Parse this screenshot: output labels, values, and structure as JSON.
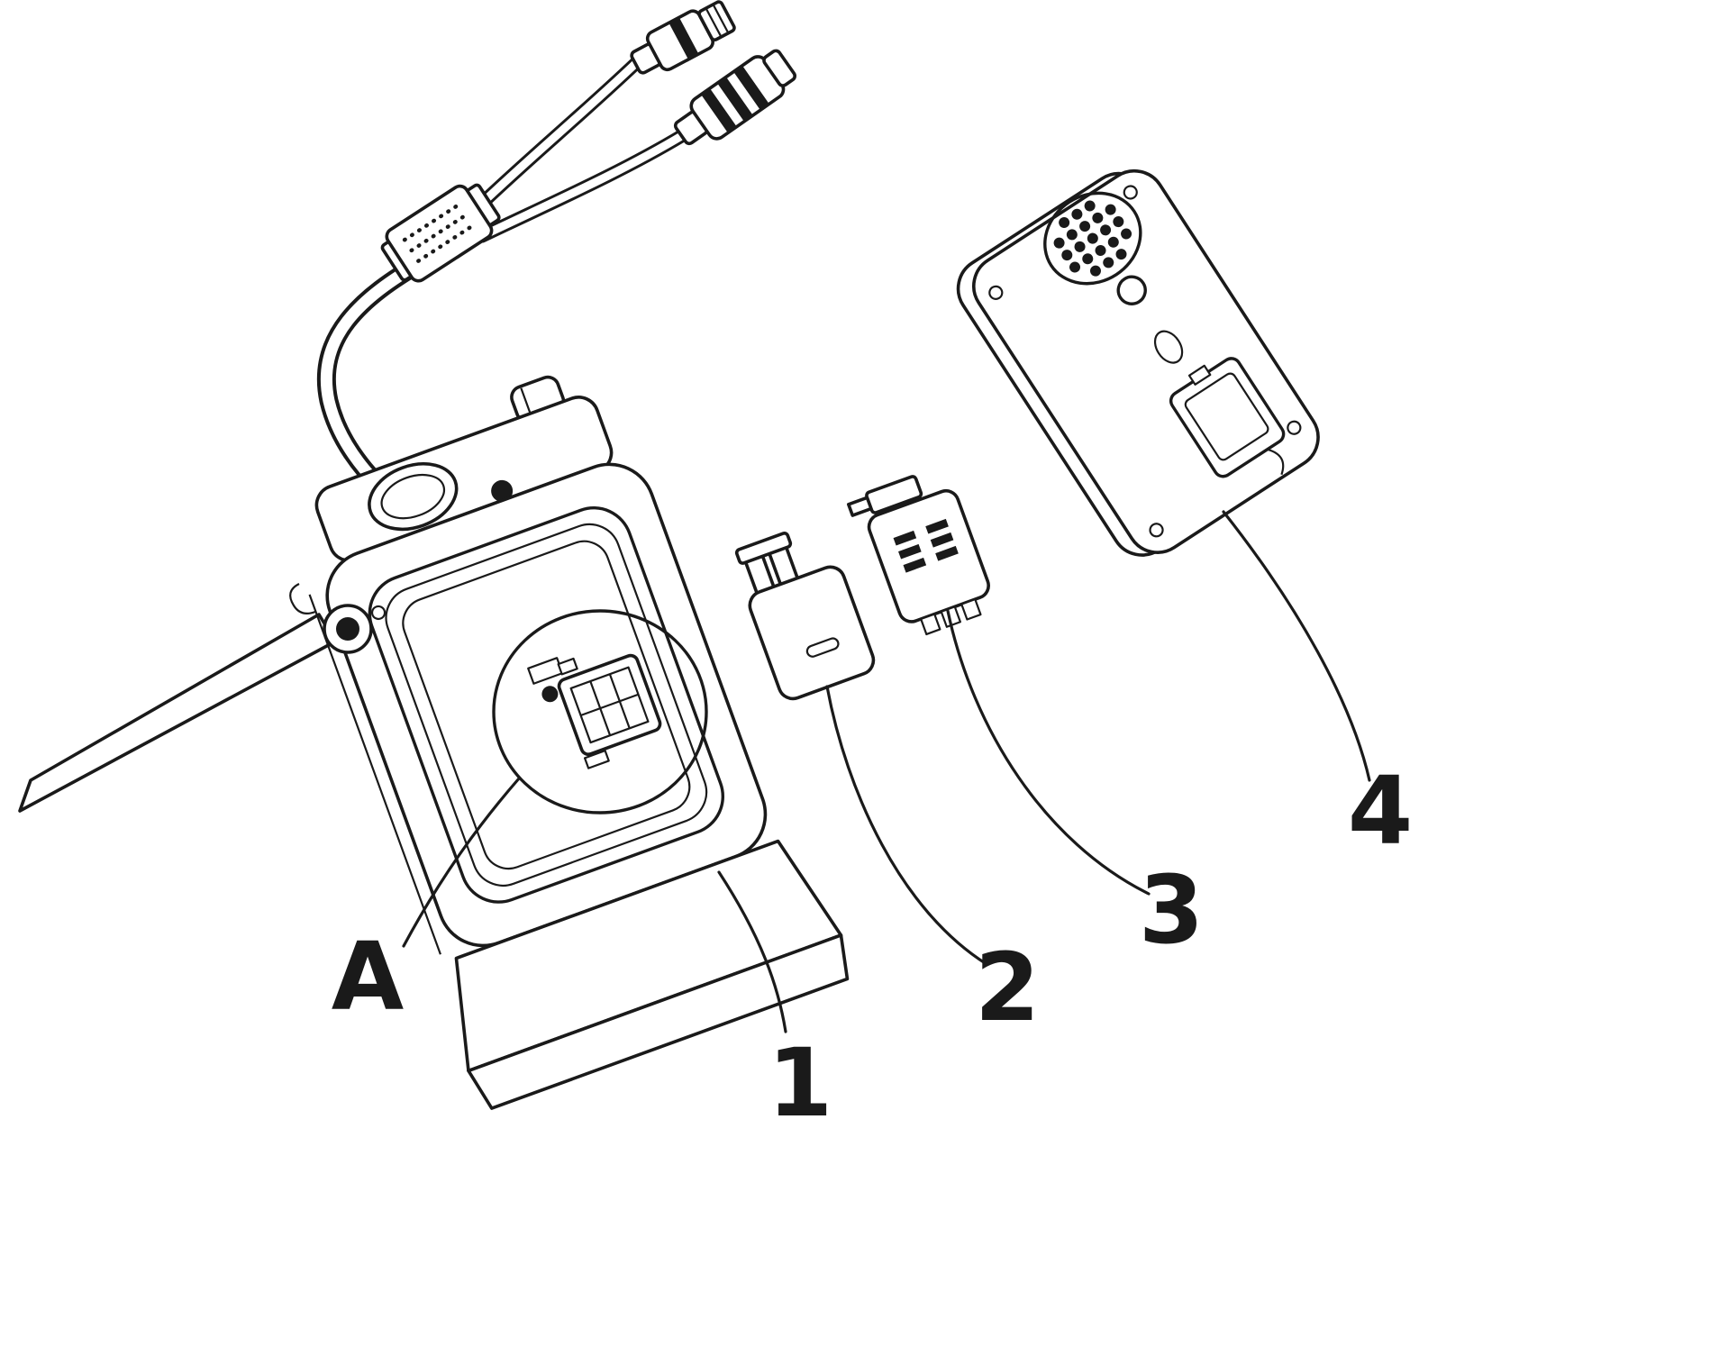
{
  "figure": {
    "background": "#ffffff",
    "line_color": "#1a1a1a"
  },
  "labels": {
    "A": "A",
    "1": "1",
    "2": "2",
    "3": "3",
    "4": "4"
  }
}
